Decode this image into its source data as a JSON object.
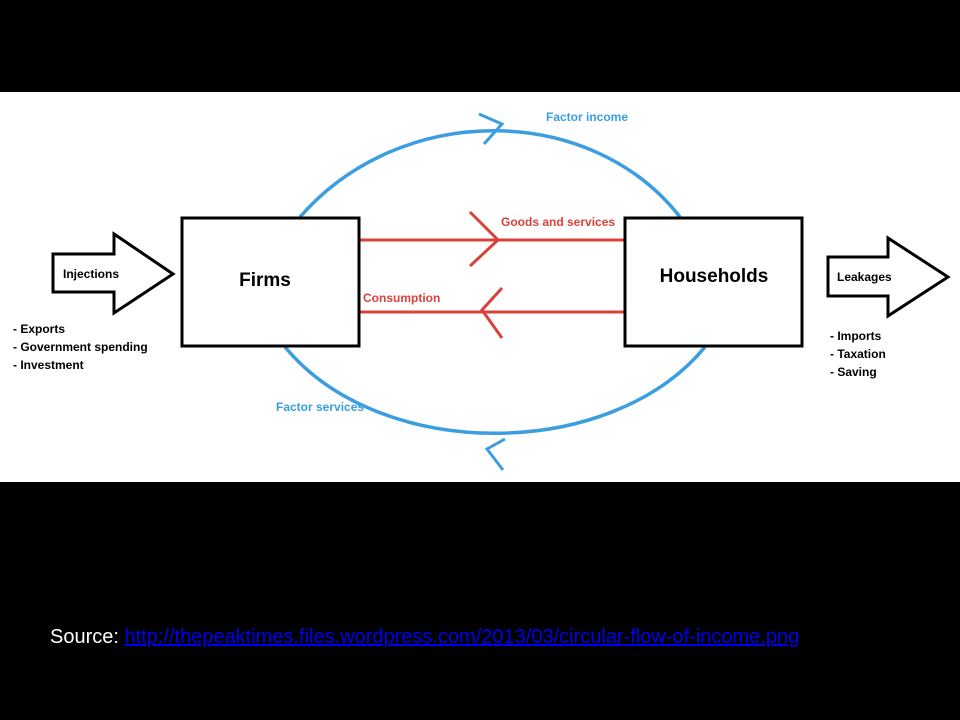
{
  "diagram": {
    "colors": {
      "blue_flow": "#3a9ee0",
      "red_flow": "#d9423a",
      "box_border": "#000000",
      "panel_bg": "#ffffff"
    },
    "firms_label": "Firms",
    "households_label": "Households",
    "injections_label": "Injections",
    "leakages_label": "Leakages",
    "factor_income_label": "Factor income",
    "factor_services_label": "Factor services",
    "goods_services_label": "Goods and services",
    "consumption_label": "Consumption",
    "injections_list": [
      "- Exports",
      "- Government spending",
      "- Investment"
    ],
    "leakages_list": [
      "- Imports",
      "- Taxation",
      "- Saving"
    ]
  },
  "source": {
    "prefix": "Source: ",
    "url": "http://thepeaktimes.files.wordpress.com/2013/03/circular-flow-of-income.png"
  }
}
